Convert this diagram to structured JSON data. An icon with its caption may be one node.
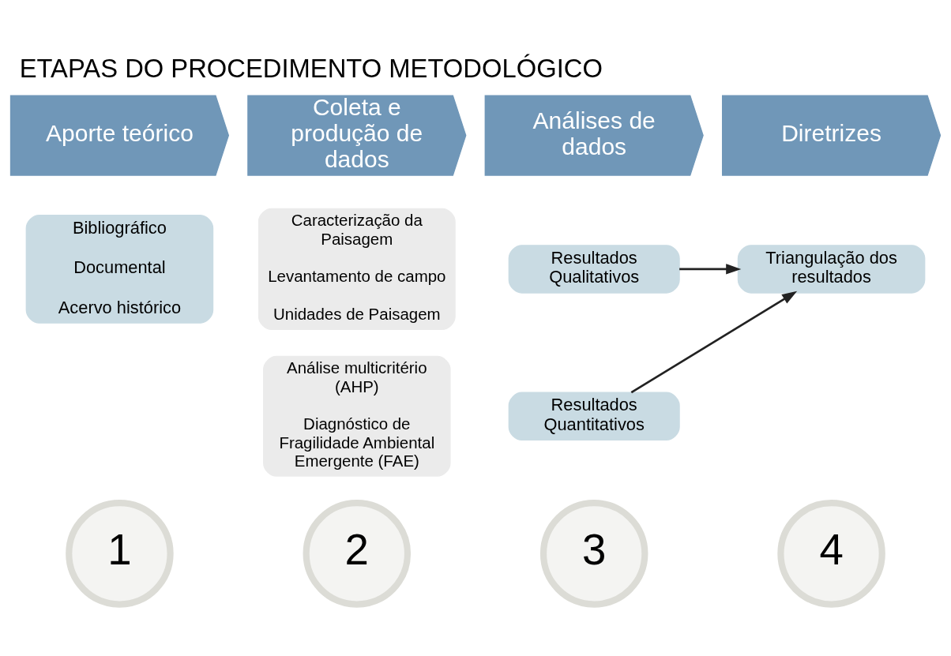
{
  "diagram": {
    "title": "ETAPAS DO PROCEDIMENTO METODOLÓGICO",
    "nodes": [
      {
        "text": [
          "Aporte teórico"
        ]
      },
      {
        "text": [
          "Bibliográfico",
          "Documental",
          "Acervo histórico"
        ]
      },
      {
        "text": [
          "1"
        ]
      },
      {
        "text": [
          "Coleta e produção de dados"
        ]
      },
      {
        "text": [
          "Caracterização da Paisagem",
          "Levantamento de campo",
          "Unidades de Paisagem"
        ]
      },
      {
        "text": [
          "Análise multicritério (AHP)",
          "Diagnóstico de Fragilidade Ambiental Emergente (FAE)"
        ]
      },
      {
        "text": [
          "2"
        ]
      },
      {
        "text": [
          "Análises de dados"
        ]
      },
      {
        "text": [
          "Resultados Qualitativos"
        ]
      },
      {
        "text": [
          "Resultados Quantitativos"
        ]
      },
      {
        "text": [
          "3"
        ]
      },
      {
        "text": [
          "Diretrizes"
        ]
      },
      {
        "text": [
          "Triangulação dos resultados"
        ]
      },
      {
        "text": [
          "4"
        ]
      }
    ],
    "edges": [
      {
        "from": 8,
        "to": 12,
        "arrow": "to"
      },
      {
        "from": 9,
        "to": 12,
        "arrow": "to"
      }
    ]
  }
}
